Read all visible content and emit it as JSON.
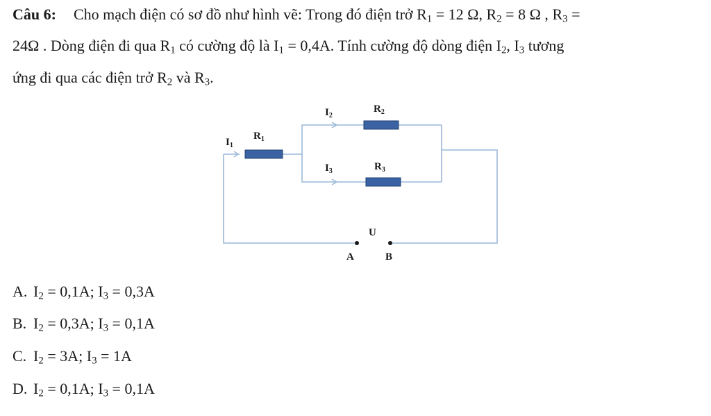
{
  "question": {
    "number": "Câu 6:",
    "line1_text": "Cho mạch điện có sơ đồ như hình vẽ: Trong đó điện trở ",
    "r1_val": " = 12 Ω, ",
    "r2_val": " = 8 Ω , ",
    "r3_val": " =",
    "line2_a": "24Ω . Dòng điện đi qua ",
    "line2_b": " có cường độ là ",
    "line2_c": " = 0,4A. Tính cường độ dòng điện ",
    "line2_d": ", ",
    "line2_e": " tương",
    "line3_a": "ứng đi qua các điện trở ",
    "line3_b": " và ",
    "line3_c": ".",
    "sym_R": "R",
    "sym_I": "I",
    "sub1": "1",
    "sub2": "2",
    "sub3": "3"
  },
  "diagram": {
    "label_I": "I",
    "label_R": "R",
    "sub1": "1",
    "sub2": "2",
    "sub3": "3",
    "label_U": "U",
    "label_A": "A",
    "label_B": "B",
    "wire_color": "#9ab8d8",
    "resistor_color": "#3b63a3",
    "resistor_border": "#1f3f73"
  },
  "options": [
    {
      "letter": "A.",
      "i2": " = 0,1A; ",
      "i3": " = 0,3A"
    },
    {
      "letter": "B.",
      "i2": " = 0,3A; ",
      "i3": " = 0,1A"
    },
    {
      "letter": "C.",
      "i2": " = 3A; ",
      "i3": " = 1A"
    },
    {
      "letter": "D.",
      "i2": " = 0,1A; ",
      "i3": " = 0,1A"
    }
  ]
}
